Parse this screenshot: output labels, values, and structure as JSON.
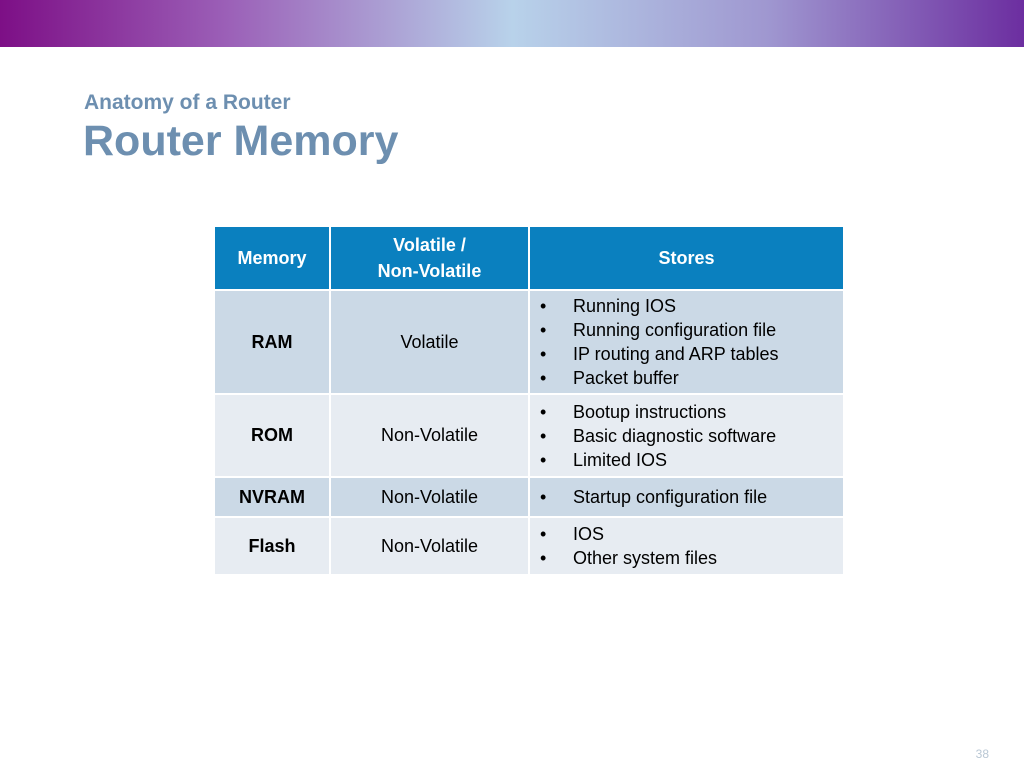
{
  "slide": {
    "subtitle": "Anatomy of a Router",
    "title": "Router Memory",
    "page_number": "38"
  },
  "table": {
    "headers": {
      "memory": "Memory",
      "volatile_line1": "Volatile /",
      "volatile_line2": "Non-Volatile",
      "stores": "Stores"
    },
    "rows": [
      {
        "memory": "RAM",
        "volatility": "Volatile",
        "stores": [
          "Running IOS",
          "Running configuration file",
          "IP routing and ARP tables",
          "Packet buffer"
        ]
      },
      {
        "memory": "ROM",
        "volatility": "Non-Volatile",
        "stores": [
          "Bootup instructions",
          "Basic diagnostic software",
          "Limited IOS"
        ]
      },
      {
        "memory": "NVRAM",
        "volatility": "Non-Volatile",
        "stores": [
          "Startup configuration file"
        ]
      },
      {
        "memory": "Flash",
        "volatility": "Non-Volatile",
        "stores": [
          "IOS",
          "Other system files"
        ]
      }
    ]
  },
  "colors": {
    "title": "#6d8fb0",
    "header_bg": "#0a80bf",
    "row_dark": "#cbd9e6",
    "row_light": "#e7ecf2"
  }
}
